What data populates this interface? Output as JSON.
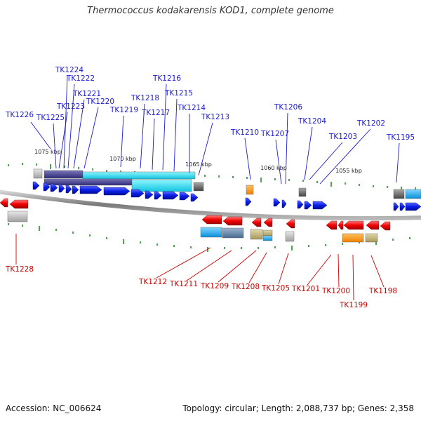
{
  "title": "Thermococcus kodakarensis KOD1, complete genome",
  "footer": {
    "accession": "Accession: NC_006624",
    "summary": "Topology: circular; Length: 2,088,737 bp; Genes: 2,358"
  },
  "colors": {
    "forward_label": "#1a1ad0",
    "reverse_label": "#cc0000",
    "forward_gene": "#0a1ee6",
    "reverse_gene": "#f00000",
    "tick": "#118811",
    "backbone": "#888888"
  },
  "scale_labels": [
    "1075 kbp",
    "1070 kbp",
    "1065 kbp",
    "1060 kbp",
    "1055 kbp"
  ],
  "forward_labels": [
    "TK1224",
    "TK1222",
    "TK1221",
    "TK1223",
    "TK1220",
    "TK1226",
    "TK1225",
    "TK1219",
    "TK1218",
    "TK1216",
    "TK1215",
    "TK1217",
    "TK1214",
    "TK1213",
    "TK1210",
    "TK1207",
    "TK1206",
    "TK1204",
    "TK1203",
    "TK1202",
    "TK1195"
  ],
  "reverse_labels": [
    "TK1228",
    "TK1212",
    "TK1211",
    "TK1209",
    "TK1208",
    "TK1205",
    "TK1201",
    "TK1200",
    "TK1199",
    "TK1198"
  ]
}
